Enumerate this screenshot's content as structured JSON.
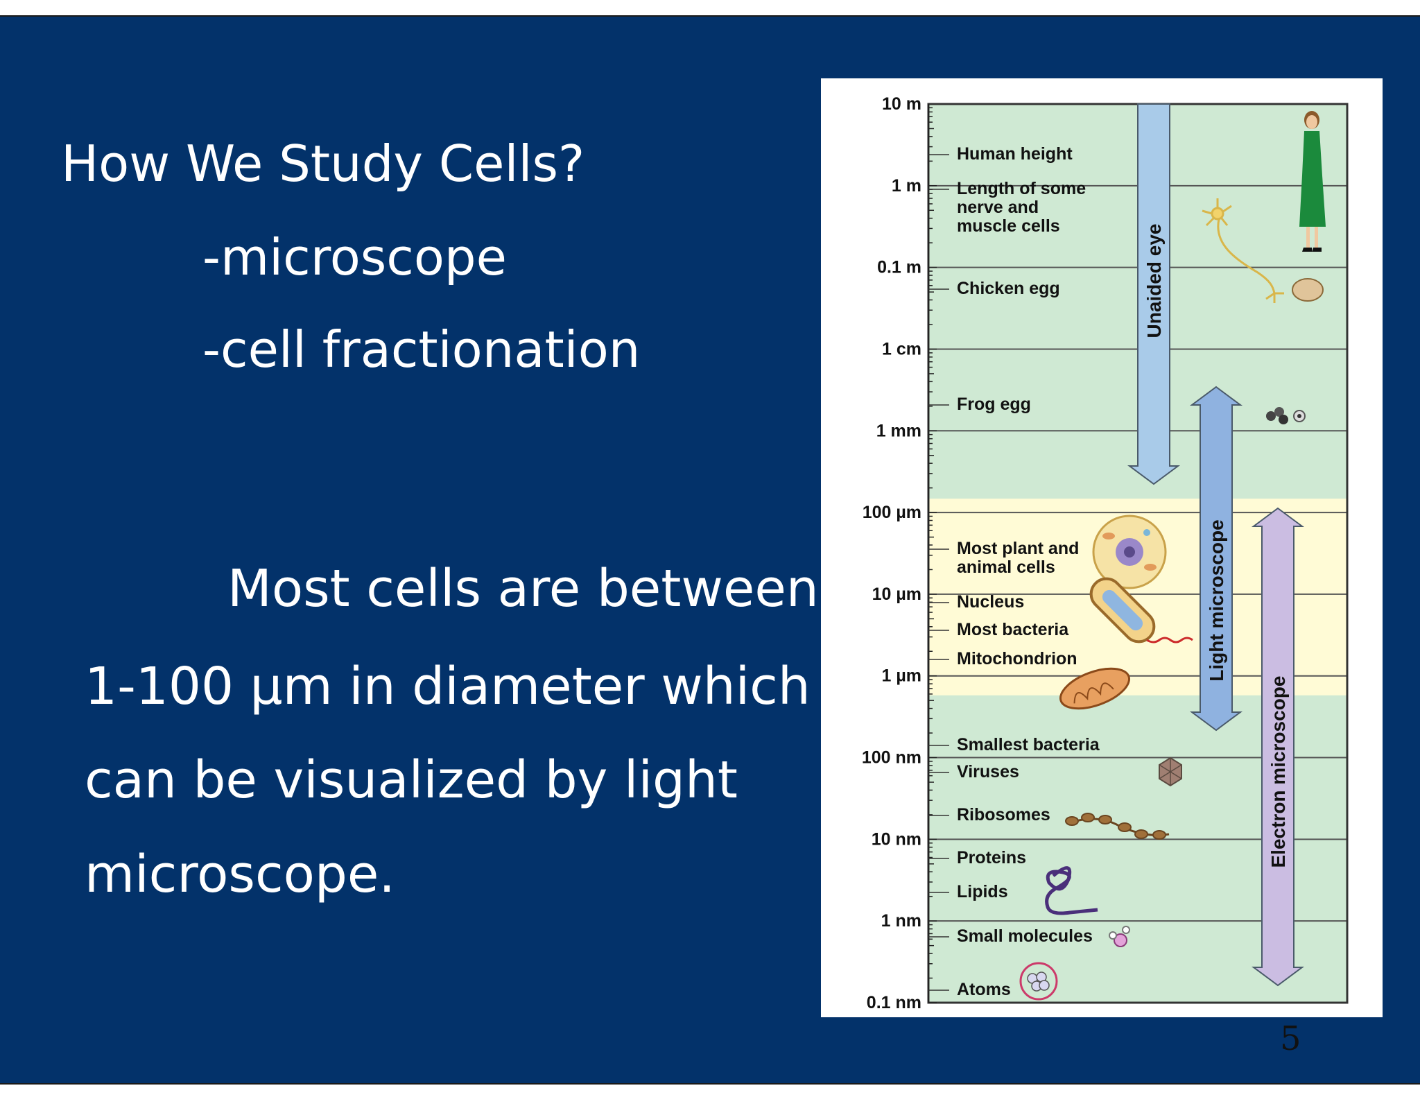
{
  "slide": {
    "title": "How We Study Cells?",
    "bullets": [
      "-microscope",
      "-cell fractionation"
    ],
    "paragraph_lines": [
      "Most cells are between",
      "1-100 µm in diameter which",
      "can be visualized by light",
      "microscope."
    ],
    "slide_number": "5"
  },
  "figure": {
    "scale_labels": [
      "10 m",
      "1 m",
      "0.1 m",
      "1 cm",
      "1 mm",
      "100 µm",
      "10   µm",
      "1   µm",
      "100 nm",
      "10 nm",
      "1 nm",
      "0.1 nm"
    ],
    "items": [
      [
        "Human height"
      ],
      [
        "Length of some",
        "nerve and",
        "muscle cells"
      ],
      [
        "Chicken egg"
      ],
      [
        "Frog egg"
      ],
      [
        "Most plant and",
        "animal cells"
      ],
      [
        "Nucleus"
      ],
      [
        "Most bacteria"
      ],
      [
        "Mitochondrion"
      ],
      [
        "Smallest bacteria"
      ],
      [
        "Viruses"
      ],
      [
        "Ribosomes"
      ],
      [
        "Proteins"
      ],
      [
        "Lipids"
      ],
      [
        "Small molecules"
      ],
      [
        "Atoms"
      ]
    ],
    "ranges": [
      "Unaided eye",
      "Light microscope",
      "Electron microscope"
    ],
    "colors": {
      "slide_bg": "#03326a",
      "panel_green": "#cfe9d3",
      "panel_yellow": "#fffbd6",
      "unaided_eye_arrow": "#a9cbe9",
      "light_microscope_arrow": "#8fb2e0",
      "electron_microscope_arrow": "#cbbde2"
    }
  }
}
